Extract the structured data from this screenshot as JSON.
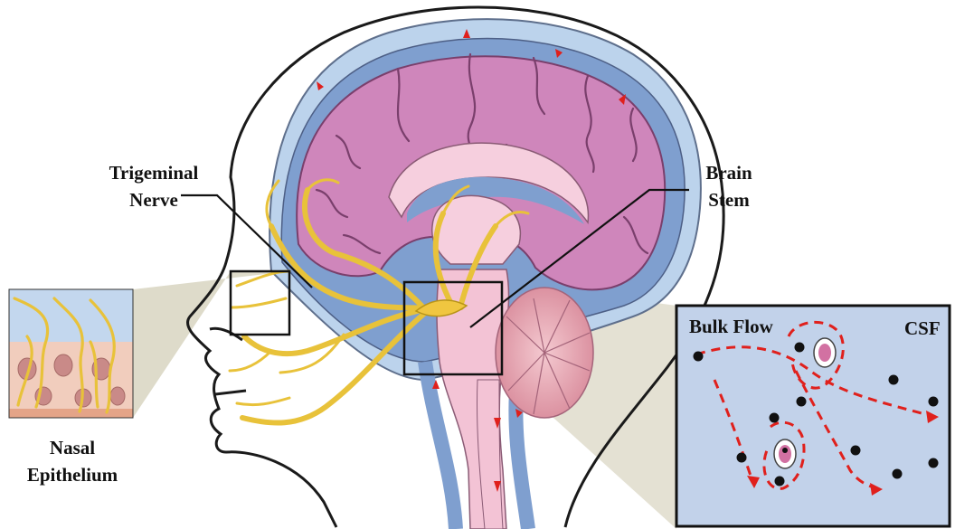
{
  "labels": {
    "trigeminal_line1": "Trigeminal",
    "trigeminal_line2": "Nerve",
    "brain_line1": "Brain",
    "brain_line2": "Stem",
    "nasal_line1": "Nasal",
    "nasal_line2": "Epithelium",
    "bulk_flow": "Bulk Flow",
    "csf": "CSF"
  },
  "colors": {
    "skin_outline": "#1a1a1a",
    "csf_blue": "#7f9fcf",
    "csf_light": "#c3d7ee",
    "cortex": "#cf86bb",
    "nerve": "#e8c23a",
    "nerve_stroke": "#b89418",
    "brainstem": "#f3c3d5",
    "cerebellum": "#e6a4b0",
    "inset_bg": "#c2d2ea",
    "flow_arrow": "#e0201c",
    "callout": "#cdc8ae"
  }
}
